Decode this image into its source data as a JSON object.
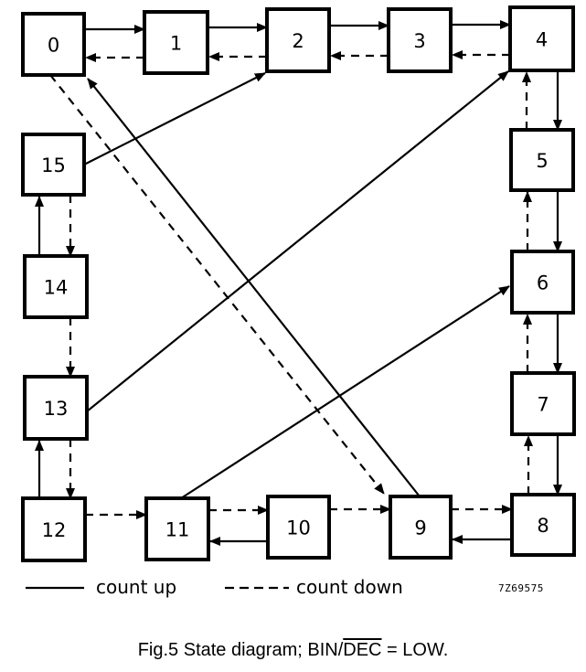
{
  "diagram": {
    "states": [
      {
        "id": 0,
        "label": "0"
      },
      {
        "id": 1,
        "label": "1"
      },
      {
        "id": 2,
        "label": "2"
      },
      {
        "id": 3,
        "label": "3"
      },
      {
        "id": 4,
        "label": "4"
      },
      {
        "id": 5,
        "label": "5"
      },
      {
        "id": 6,
        "label": "6"
      },
      {
        "id": 7,
        "label": "7"
      },
      {
        "id": 8,
        "label": "8"
      },
      {
        "id": 9,
        "label": "9"
      },
      {
        "id": 10,
        "label": "10"
      },
      {
        "id": 11,
        "label": "11"
      },
      {
        "id": 12,
        "label": "12"
      },
      {
        "id": 13,
        "label": "13"
      },
      {
        "id": 14,
        "label": "14"
      },
      {
        "id": 15,
        "label": "15"
      }
    ],
    "transitions": [
      {
        "from": 0,
        "to": 1,
        "type": "count-up"
      },
      {
        "from": 1,
        "to": 2,
        "type": "count-up"
      },
      {
        "from": 2,
        "to": 3,
        "type": "count-up"
      },
      {
        "from": 3,
        "to": 4,
        "type": "count-up"
      },
      {
        "from": 4,
        "to": 5,
        "type": "count-up"
      },
      {
        "from": 5,
        "to": 6,
        "type": "count-up"
      },
      {
        "from": 6,
        "to": 7,
        "type": "count-up"
      },
      {
        "from": 7,
        "to": 8,
        "type": "count-up"
      },
      {
        "from": 8,
        "to": 9,
        "type": "count-up"
      },
      {
        "from": 9,
        "to": 0,
        "type": "count-up"
      },
      {
        "from": 10,
        "to": 11,
        "type": "count-up"
      },
      {
        "from": 11,
        "to": 6,
        "type": "count-up"
      },
      {
        "from": 12,
        "to": 13,
        "type": "count-up"
      },
      {
        "from": 13,
        "to": 4,
        "type": "count-up"
      },
      {
        "from": 14,
        "to": 15,
        "type": "count-up"
      },
      {
        "from": 15,
        "to": 2,
        "type": "count-up"
      },
      {
        "from": 1,
        "to": 0,
        "type": "count-down"
      },
      {
        "from": 2,
        "to": 1,
        "type": "count-down"
      },
      {
        "from": 3,
        "to": 2,
        "type": "count-down"
      },
      {
        "from": 4,
        "to": 3,
        "type": "count-down"
      },
      {
        "from": 5,
        "to": 4,
        "type": "count-down"
      },
      {
        "from": 6,
        "to": 5,
        "type": "count-down"
      },
      {
        "from": 7,
        "to": 6,
        "type": "count-down"
      },
      {
        "from": 8,
        "to": 7,
        "type": "count-down"
      },
      {
        "from": 9,
        "to": 8,
        "type": "count-down"
      },
      {
        "from": 0,
        "to": 9,
        "type": "count-down"
      },
      {
        "from": 10,
        "to": 9,
        "type": "count-down"
      },
      {
        "from": 11,
        "to": 10,
        "type": "count-down"
      },
      {
        "from": 12,
        "to": 11,
        "type": "count-down"
      },
      {
        "from": 13,
        "to": 12,
        "type": "count-down"
      },
      {
        "from": 14,
        "to": 13,
        "type": "count-down"
      },
      {
        "from": 15,
        "to": 14,
        "type": "count-down"
      }
    ]
  },
  "legend": {
    "count_up": "count up",
    "count_down": "count down"
  },
  "figure_code": "7Z69575",
  "caption": {
    "prefix": "Fig.5  State diagram; BIN/",
    "overlined": "DEC",
    "suffix": " = LOW."
  }
}
